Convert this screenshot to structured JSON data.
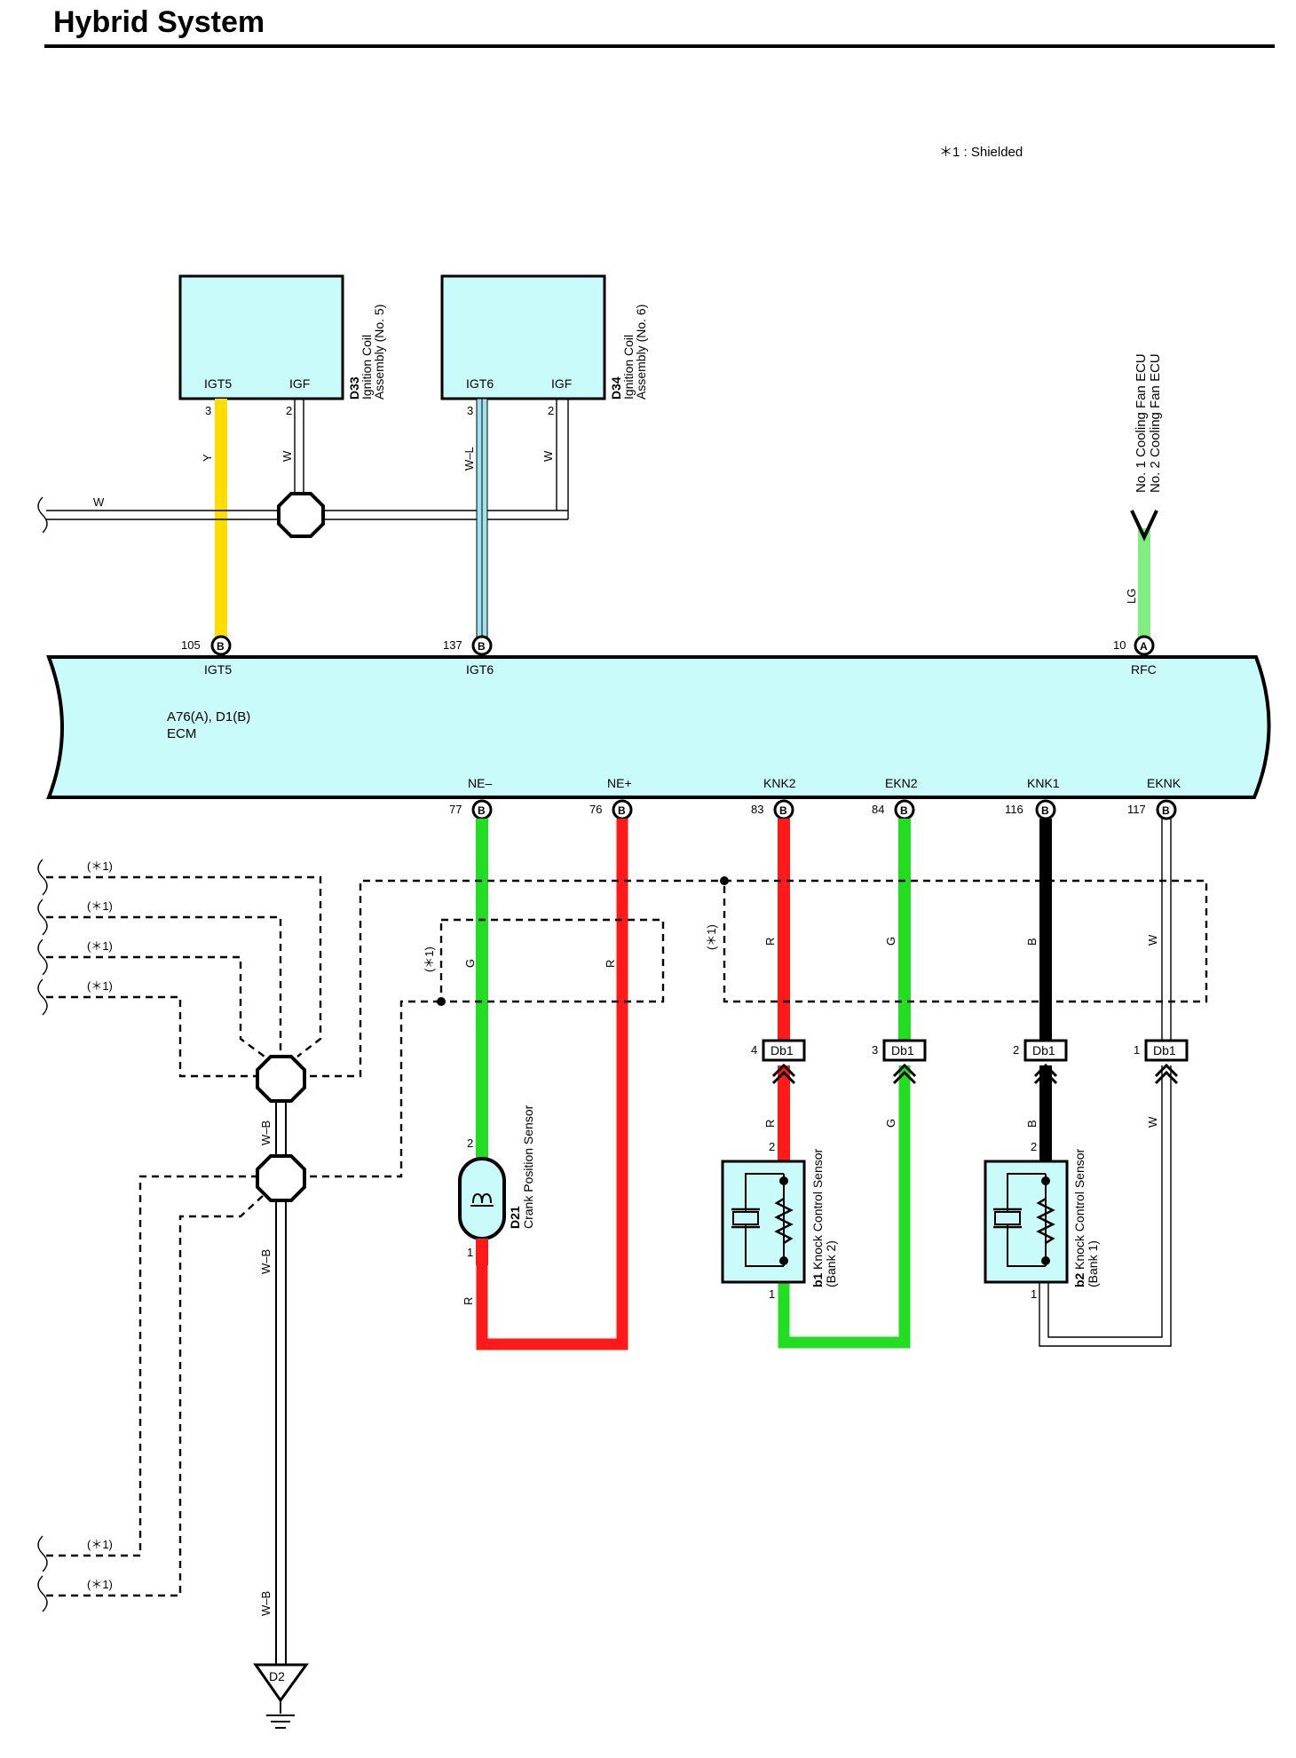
{
  "page": {
    "title": "Hybrid System",
    "note": "＊1 : Shielded"
  },
  "components": {
    "d33": {
      "id": "D33",
      "name_line1": "Ignition Coil",
      "name_line2": "Assembly (No. 5)",
      "pin_a": "IGT5",
      "pin_b": "IGF",
      "pin_a_num": "3",
      "pin_b_num": "2"
    },
    "d34": {
      "id": "D34",
      "name_line1": "Ignition Coil",
      "name_line2": "Assembly (No. 6)",
      "pin_a": "IGT6",
      "pin_b": "IGF",
      "pin_a_num": "3",
      "pin_b_num": "2"
    },
    "cooling": {
      "line1": "No. 1 Cooling Fan ECU",
      "line2": "No. 2 Cooling Fan ECU"
    },
    "ecm": {
      "connectors": "A76(A), D1(B)",
      "name": "ECM"
    },
    "d21": {
      "id": "D21",
      "name": "Crank Position Sensor",
      "pin_top": "2",
      "pin_bottom": "1"
    },
    "b1": {
      "id": "b1",
      "name_line1": "Knock Control Sensor",
      "name_line2": "(Bank 2)",
      "pin_top": "2",
      "pin_bottom": "1"
    },
    "b2": {
      "id": "b2",
      "name_line1": "Knock Control Sensor",
      "name_line2": "(Bank 1)",
      "pin_top": "2",
      "pin_bottom": "1"
    },
    "ground": {
      "id": "D2"
    }
  },
  "ecm_pins_top": [
    {
      "name": "IGT5",
      "num": "105",
      "conn": "B"
    },
    {
      "name": "IGT6",
      "num": "137",
      "conn": "B"
    },
    {
      "name": "RFC",
      "num": "10",
      "conn": "A"
    }
  ],
  "ecm_pins_bottom": [
    {
      "name": "NE–",
      "num": "77",
      "conn": "B"
    },
    {
      "name": "NE+",
      "num": "76",
      "conn": "B"
    },
    {
      "name": "KNK2",
      "num": "83",
      "conn": "B"
    },
    {
      "name": "EKN2",
      "num": "84",
      "conn": "B"
    },
    {
      "name": "KNK1",
      "num": "116",
      "conn": "B"
    },
    {
      "name": "EKNK",
      "num": "117",
      "conn": "B"
    }
  ],
  "connectors_db1": [
    {
      "label": "Db1",
      "pin": "4"
    },
    {
      "label": "Db1",
      "pin": "3"
    },
    {
      "label": "Db1",
      "pin": "2"
    },
    {
      "label": "Db1",
      "pin": "1"
    }
  ],
  "wire_codes": {
    "igt5": "Y",
    "igf5": "W",
    "igt6": "W–L",
    "igf6": "W",
    "left_w": "W",
    "rfc": "LG",
    "ne_minus": "G",
    "ne_plus": "R",
    "knk2_top": "R",
    "ekn2_top": "G",
    "knk1_top": "B",
    "eknk_top": "W",
    "knk2_bot": "R",
    "ekn2_bot": "G",
    "knk1_bot": "B",
    "eknk_bot": "W",
    "crank_bottom": "R",
    "ground_1": "W–B",
    "ground_2": "W–B",
    "ground_3": "W–B"
  },
  "shield_labels": [
    "(＊1)",
    "(＊1)",
    "(＊1)",
    "(＊1)",
    "(＊1)",
    "(＊1)",
    "(＊1)",
    "(＊1)"
  ],
  "colors": {
    "box_fill": "#c9fbfb",
    "yellow": "#ffdd00",
    "light_blue": "#9fe3f0",
    "light_green": "#80ee80",
    "red": "#ff1a1a",
    "green": "#22dd22",
    "black": "#000000"
  }
}
